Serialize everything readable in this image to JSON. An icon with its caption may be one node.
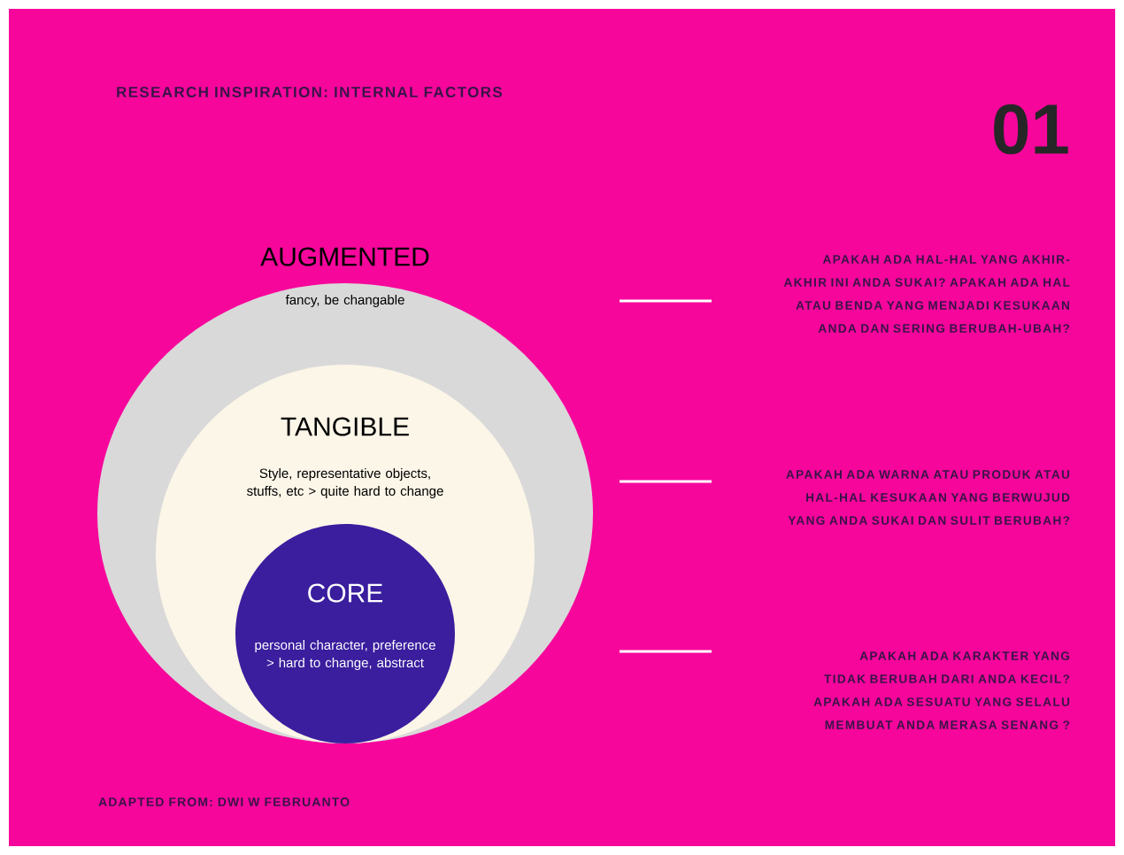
{
  "diagram": {
    "title": "RESEARCH INSPIRATION: INTERNAL FACTORS",
    "nodes": [
      {
        "text": [
          "AUGMENTED",
          "fancy, be changable"
        ]
      },
      {
        "text": [
          "TANGIBLE",
          "Style,  representative objects, stuffs, etc > quite hard to change"
        ],
        "in": 0
      },
      {
        "text": [
          "CORE",
          "personal character, preference > hard to change, abstract"
        ],
        "in": 1
      }
    ],
    "labels": [
      "01",
      "APAKAH ADA HAL-HAL YANG AKHIR-AKHIR INI ANDA SUKAI? APAKAH ADA HAL ATAU BENDA YANG MENJADI KESUKAAN ANDA DAN SERING BERUBAH-UBAH?",
      "APAKAH ADA WARNA ATAU PRODUK ATAU HAL-HAL KESUKAAN YANG BERWUJUD YANG ANDA SUKAI DAN SULIT BERUBAH?",
      "APAKAH ADA KARAKTER YANG TIDAK BERUBAH DARI ANDA KECIL? APAKAH ADA SESUATU YANG SELALU MEMBUAT ANDA MERASA SENANG ?",
      "ADAPTED FROM: DWI W FEBRUANTO"
    ]
  }
}
